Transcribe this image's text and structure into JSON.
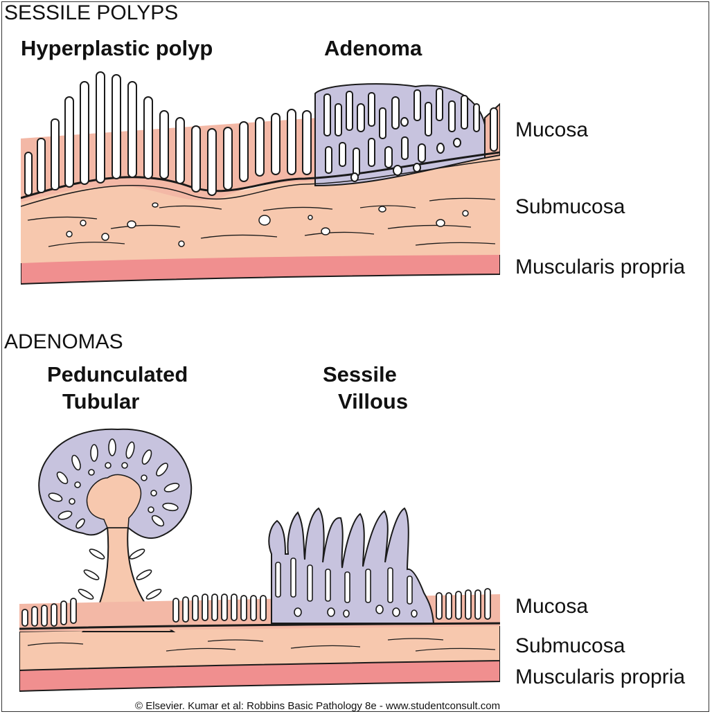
{
  "sections": {
    "top": {
      "heading": "SESSILE POLYPS",
      "left_title": "Hyperplastic polyp",
      "right_title": "Adenoma",
      "layers": [
        "Mucosa",
        "Submucosa",
        "Muscularis propria"
      ]
    },
    "bottom": {
      "heading": "ADENOMAS",
      "left_title_line1": "Pedunculated",
      "left_title_line2": "Tubular",
      "right_title_line1": "Sessile",
      "right_title_line2": "Villous",
      "layers": [
        "Mucosa",
        "Submucosa",
        "Muscularis propria"
      ]
    }
  },
  "credit": "© Elsevier. Kumar et al: Robbins Basic Pathology 8e - www.studentconsult.com",
  "colors": {
    "mucosa_normal": "#f3b8a6",
    "submucosa": "#f7c8ae",
    "muscularis": "#f08f8f",
    "adenoma": "#c7c3de",
    "outline": "#1a1a1a"
  }
}
